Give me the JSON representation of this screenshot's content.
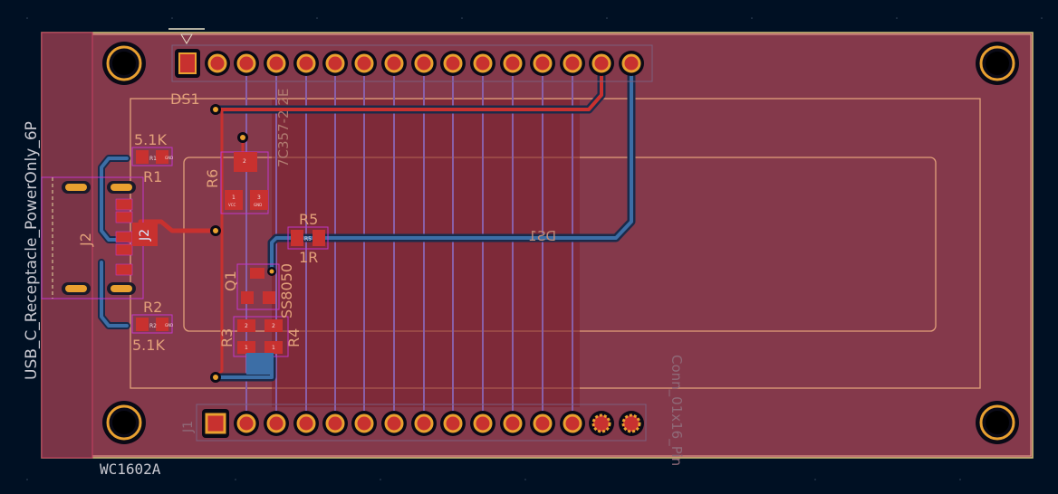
{
  "board": {
    "title_label": "WC1602A",
    "connector_label": "USB_C_Receptacle_PowerOnly_6P",
    "header_label": "Conn_01x16_Pin",
    "partial_value_label": "7C357-2 2E"
  },
  "refs": {
    "ds1": "DS1",
    "ds1_silk_mirror": "DS1",
    "j2": "J2",
    "r1": "R1",
    "r1_value": "5.1K",
    "r2": "R2",
    "r2_value": "5.1K",
    "r3": "R3",
    "r4": "R4",
    "r5": "R5",
    "r5_value": "1R",
    "r6": "R6",
    "q1": "Q1",
    "q1_value": "SS8050",
    "j1": "J1",
    "j2_pad_text": "J2"
  },
  "pad_texts": {
    "r1_a": "R1",
    "r1_b": "GND",
    "r2_a": "R2",
    "r2_b": "GND",
    "r6_pin2": "2",
    "r6_pin1": "1",
    "r6_pin3": "3",
    "r6_vcc": "VCC",
    "r6_gnd": "GND",
    "r3_pin2": "2",
    "r3_pin1": "1",
    "r4_pin2": "2",
    "r4_pin1": "1",
    "r5_pad": "R5"
  },
  "colors": {
    "background": "#001023",
    "board_fill": "#84394b",
    "copper_front": "#c8312f",
    "copper_back": "#3c6ea6",
    "silkscreen": "#e2a07a",
    "pad_ring": "#e9a030",
    "edge_cuts": "#d6c27a",
    "courtyard": "#c236c8"
  }
}
